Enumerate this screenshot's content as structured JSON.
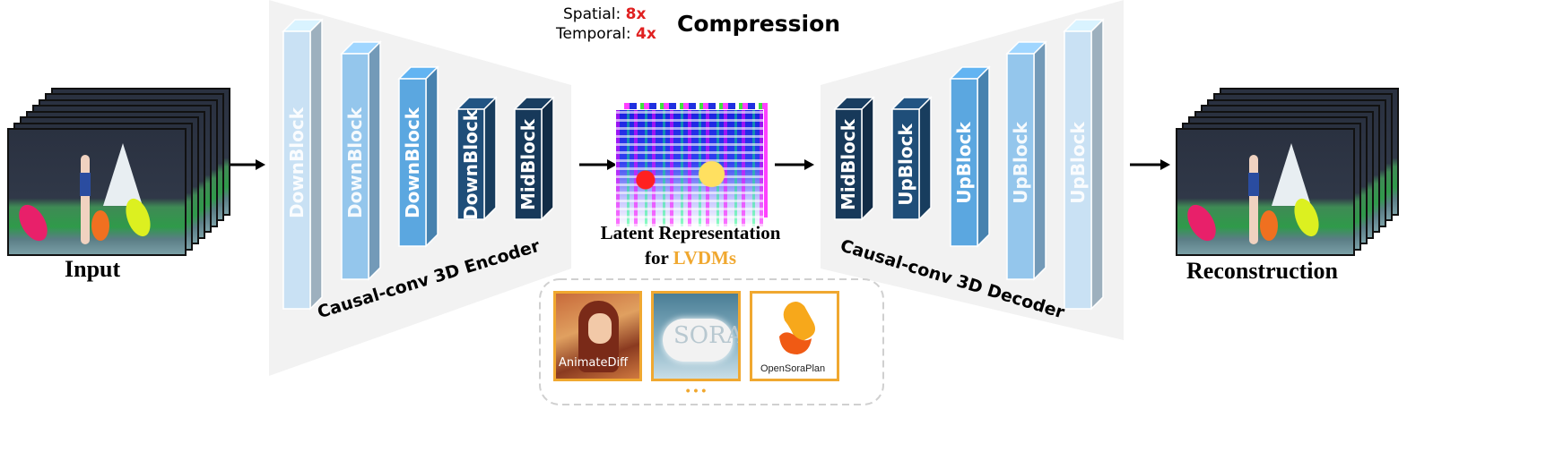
{
  "header": {
    "spatial_label": "Spatial:",
    "spatial_value": "8x",
    "temporal_label": "Temporal:",
    "temporal_value": "4x",
    "title": "Compression"
  },
  "input": {
    "label": "Input"
  },
  "output": {
    "label": "Reconstruction"
  },
  "encoder": {
    "caption": "Causal-conv 3D Encoder",
    "blocks": [
      "DownBlock",
      "DownBlock",
      "DownBlock",
      "DownBlock",
      "MidBlock"
    ]
  },
  "decoder": {
    "caption": "Causal-conv 3D Decoder",
    "blocks": [
      "MidBlock",
      "UpBlock",
      "UpBlock",
      "UpBlock",
      "UpBlock"
    ]
  },
  "latent": {
    "line1": "Latent Representation",
    "line2_prefix": "for ",
    "line2_highlight": "LVDMs"
  },
  "models": {
    "items": [
      "AnimateDiff",
      "SORA",
      "OpenSoraPlan"
    ],
    "more": "• • •"
  },
  "colors": {
    "block_lightest": "#c9e1f4",
    "block_light": "#94c6ec",
    "block_mid": "#5ba7e0",
    "block_dark": "#1f4e79",
    "block_darkest": "#17395a",
    "accent_red": "#e02020",
    "accent_orange": "#f0a830",
    "panel_gray": "#f2f2f2"
  }
}
